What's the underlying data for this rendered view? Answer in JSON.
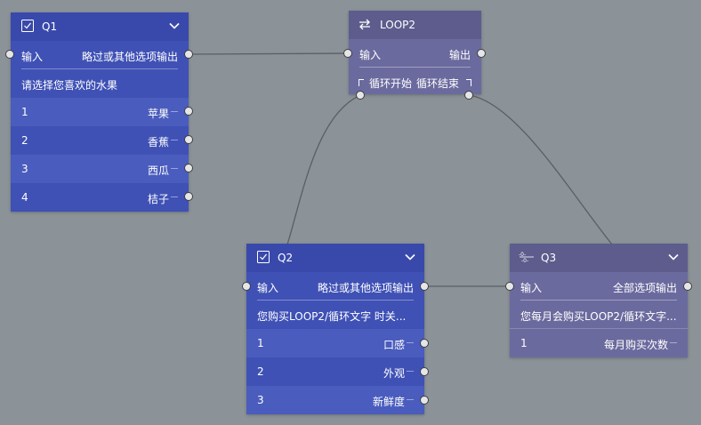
{
  "nodes": {
    "q1": {
      "title": "Q1",
      "input_label": "输入",
      "output_label": "略过或其他选项输出",
      "question": "请选择您喜欢的水果",
      "options": [
        {
          "num": "1",
          "label": "苹果"
        },
        {
          "num": "2",
          "label": "香蕉"
        },
        {
          "num": "3",
          "label": "西瓜"
        },
        {
          "num": "4",
          "label": "桔子"
        }
      ]
    },
    "loop2": {
      "title": "LOOP2",
      "input_label": "输入",
      "output_label": "输出",
      "loop_start": "循环开始",
      "loop_end": "循环结束"
    },
    "q2": {
      "title": "Q2",
      "input_label": "输入",
      "output_label": "略过或其他选项输出",
      "question": "您购买LOOP2/循环文字 时关...",
      "options": [
        {
          "num": "1",
          "label": "口感"
        },
        {
          "num": "2",
          "label": "外观"
        },
        {
          "num": "3",
          "label": "新鲜度"
        }
      ]
    },
    "q3": {
      "title": "Q3",
      "input_label": "输入",
      "output_label": "全部选项输出",
      "question": "您每月会购买LOOP2/循环文字...",
      "options": [
        {
          "num": "1",
          "label": "每月购买次数"
        }
      ]
    }
  },
  "colors": {
    "canvas": "#8b9398",
    "choice_node": "#3f51b5",
    "numeric_node": "#6b6a9e",
    "wire": "#5a5f63"
  },
  "icons": {
    "choice": "checkbox-icon",
    "loop": "loop-arrows-icon",
    "numeric": "numeric-slider-icon",
    "collapse": "chevron-down-icon"
  }
}
